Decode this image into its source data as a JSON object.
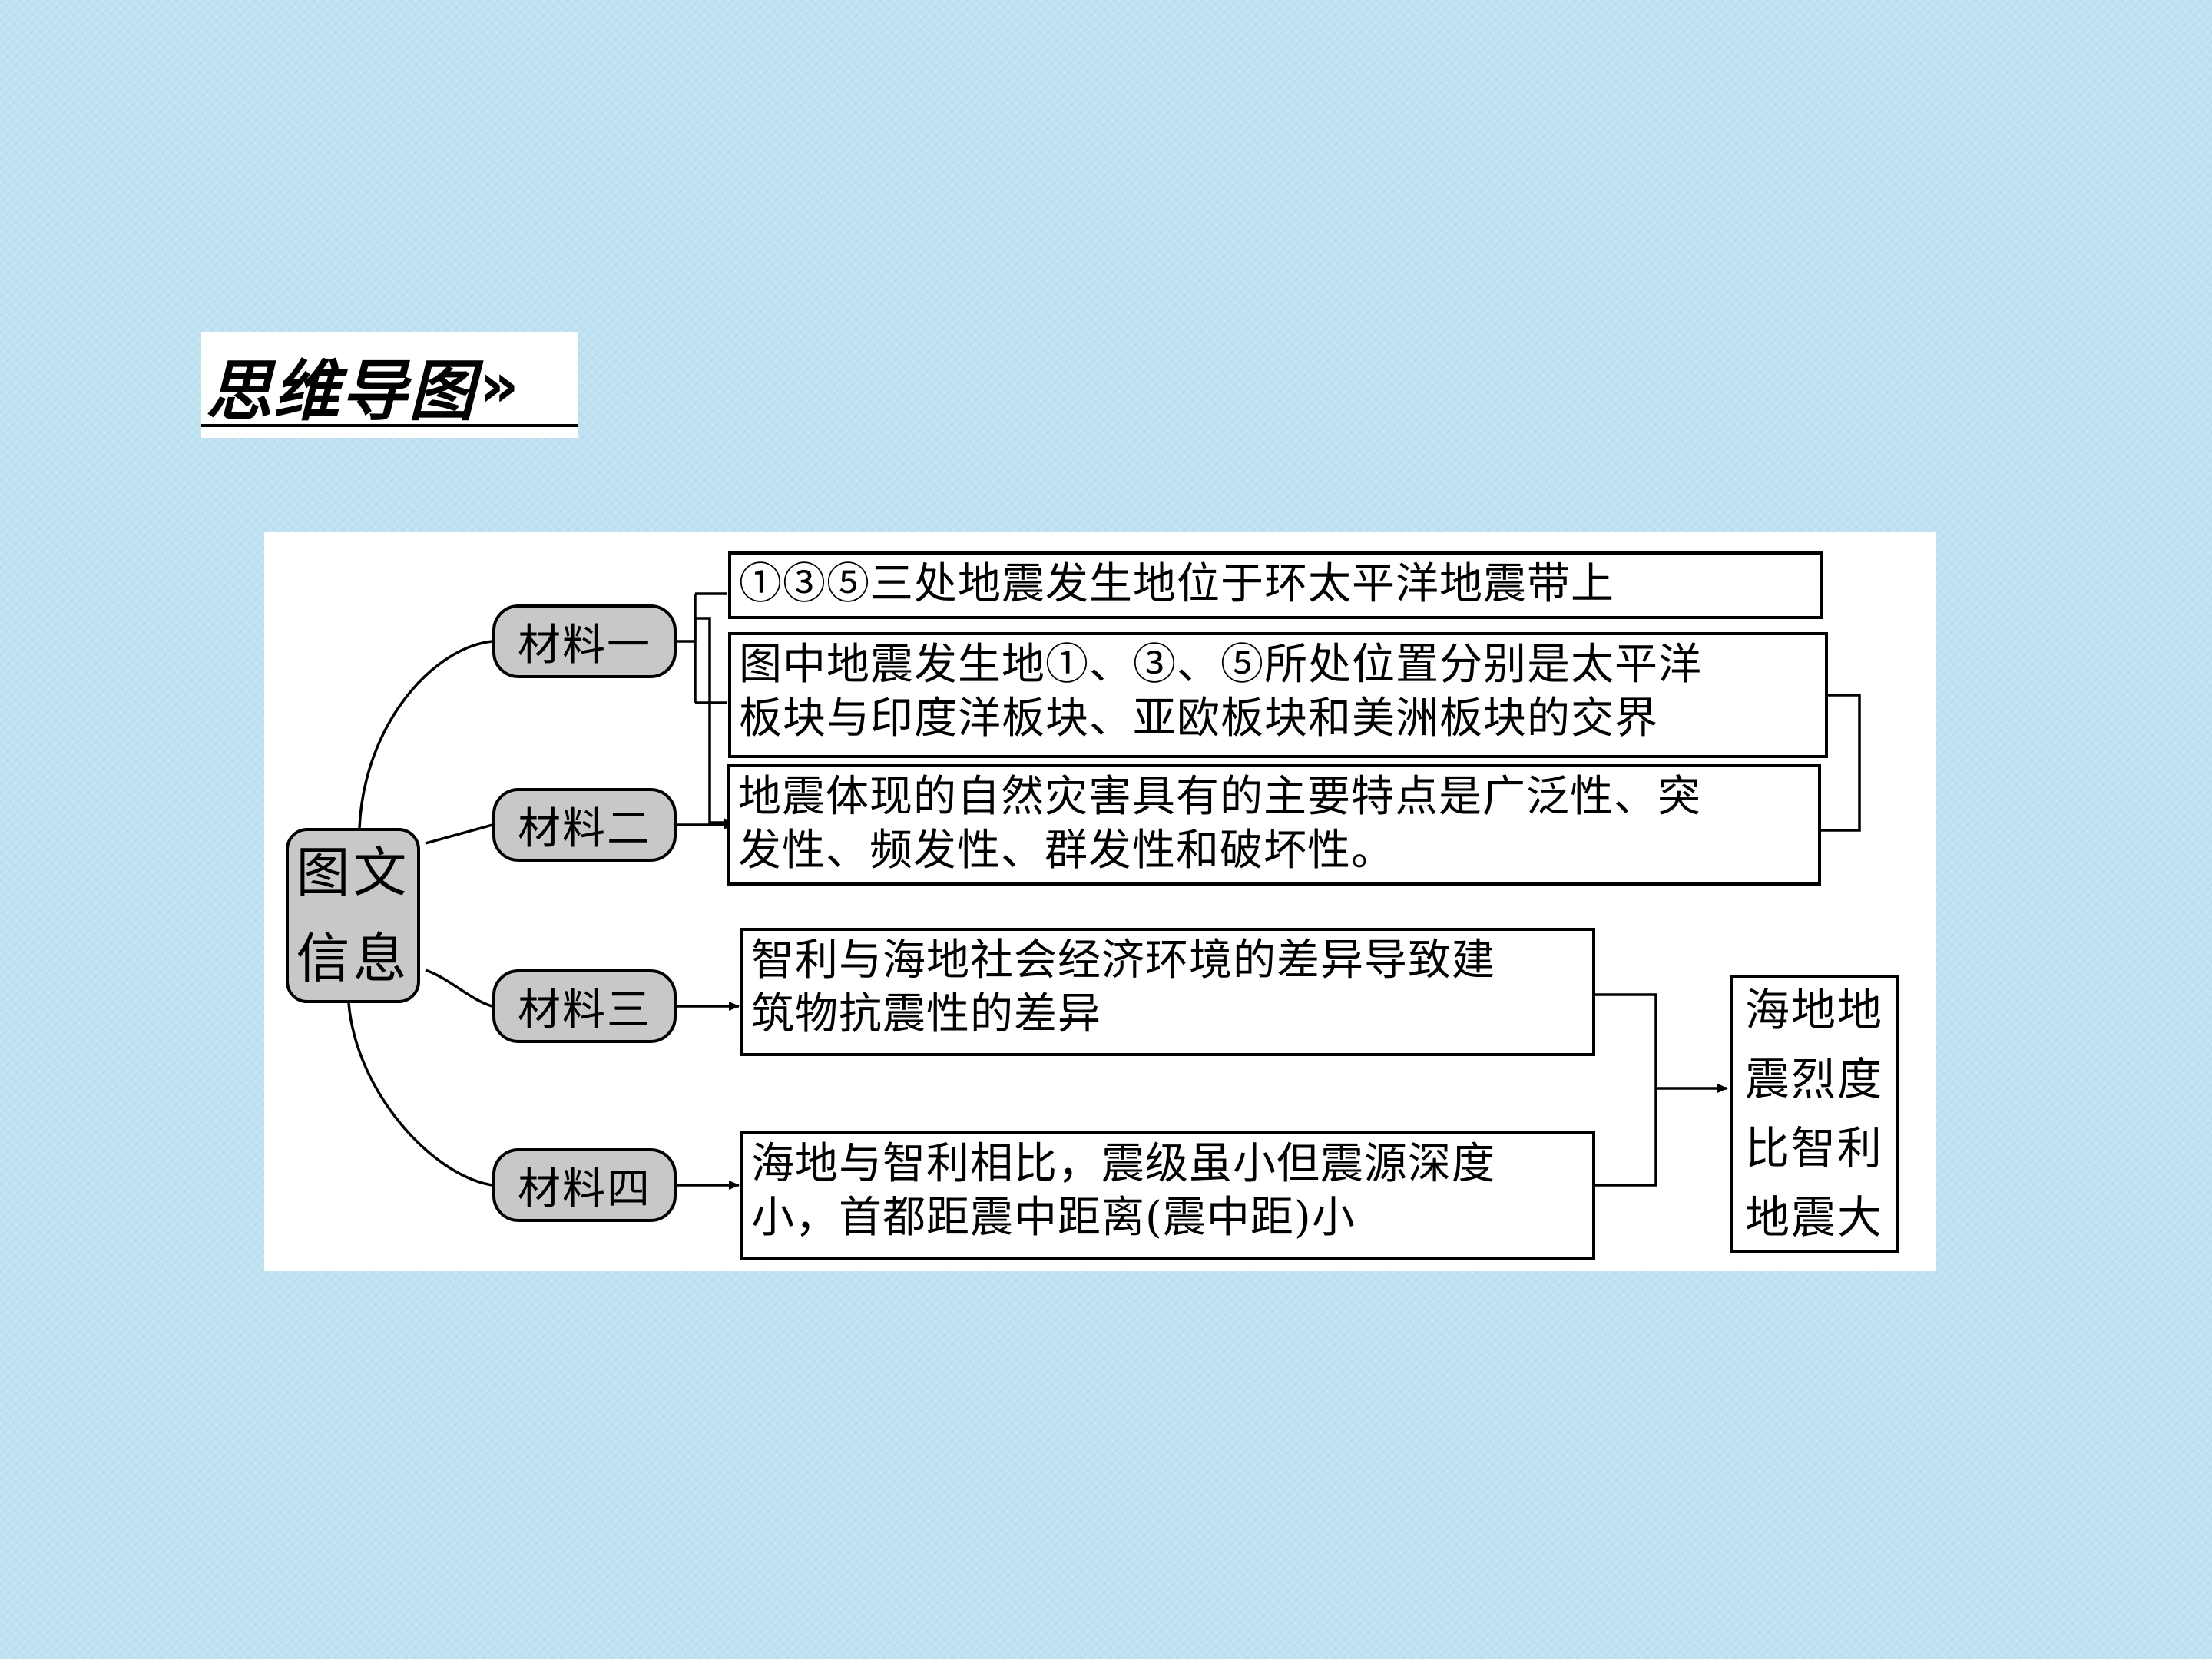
{
  "title": {
    "text": "思维导图",
    "chevrons": "»"
  },
  "root": {
    "label": "图文信息"
  },
  "materials": [
    {
      "label": "材料一"
    },
    {
      "label": "材料二"
    },
    {
      "label": "材料三"
    },
    {
      "label": "材料四"
    }
  ],
  "boxes": {
    "box1": {
      "lines": [
        "①③⑤三处地震发生地位于环太平洋地震带上"
      ]
    },
    "box2": {
      "lines": [
        "图中地震发生地①、③、⑤所处位置分别是太平洋",
        "板块与印度洋板块、亚欧板块和美洲板块的交界"
      ]
    },
    "box3": {
      "lines": [
        "地震体现的自然灾害具有的主要特点是广泛性、突",
        "发性、频发性、群发性和破坏性。"
      ]
    },
    "box4": {
      "lines": [
        "智利与海地社会经济环境的差异导致建",
        "筑物抗震性的差异"
      ]
    },
    "box5": {
      "lines": [
        "海地与智利相比，震级虽小但震源深度",
        "小，首都距震中距离(震中距)小"
      ]
    }
  },
  "result": {
    "text": "海地地震烈度比智利地震大"
  }
}
